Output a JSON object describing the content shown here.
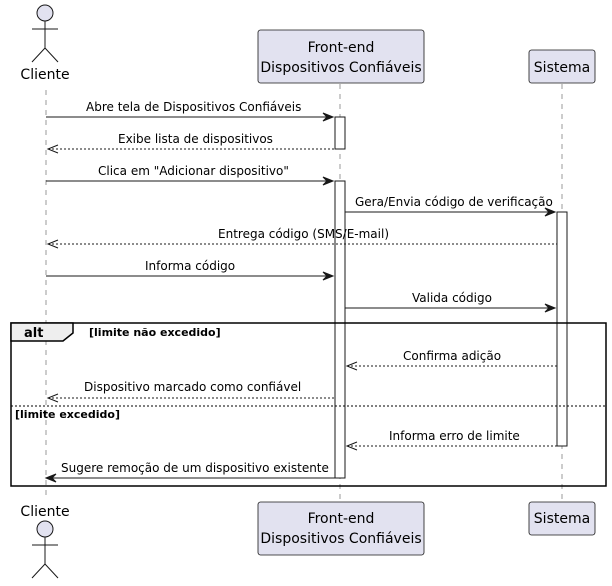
{
  "participants": {
    "cliente": {
      "label": "Cliente"
    },
    "frontend": {
      "line1": "Front-end",
      "line2": "Dispositivos Confiáveis"
    },
    "sistema": {
      "label": "Sistema"
    }
  },
  "messages": [
    {
      "text": "Abre tela de Dispositivos Confiáveis"
    },
    {
      "text": "Exibe lista de dispositivos"
    },
    {
      "text": "Clica em \"Adicionar dispositivo\""
    },
    {
      "text": "Gera/Envia código de verificação"
    },
    {
      "text": "Entrega código (SMS/E-mail)"
    },
    {
      "text": "Informa código"
    },
    {
      "text": "Valida código"
    },
    {
      "text": "Confirma adição"
    },
    {
      "text": "Dispositivo marcado como confiável"
    },
    {
      "text": "Informa erro de limite"
    },
    {
      "text": "Sugere remoção de um dispositivo existente"
    }
  ],
  "alt_fragment": {
    "keyword": "alt",
    "guard_1": "[limite não excedido]",
    "guard_2": "[limite excedido]"
  }
}
